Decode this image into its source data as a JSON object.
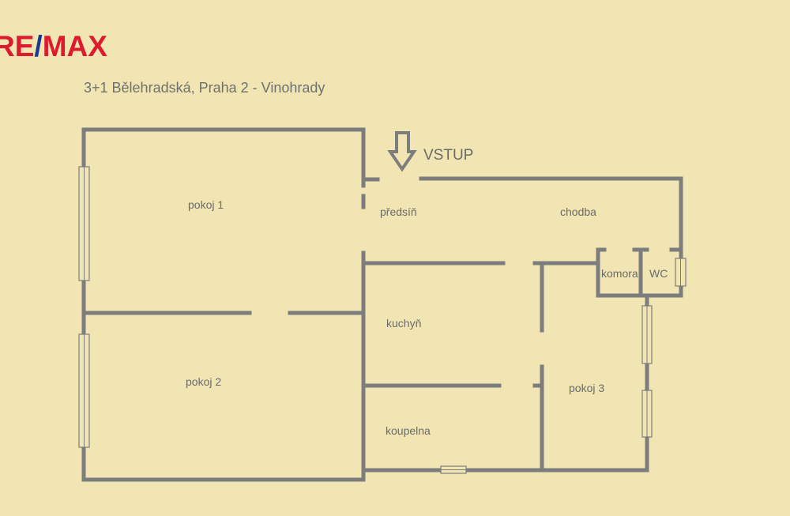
{
  "logo": {
    "part1": "RE",
    "slash": "/",
    "part2": "MAX"
  },
  "title": "3+1 Bělehradská, Praha 2 - Vinohrady",
  "entrance": {
    "label": "VSTUP"
  },
  "rooms": [
    {
      "id": "pokoj-1",
      "label": "pokoj 1"
    },
    {
      "id": "pokoj-2",
      "label": "pokoj 2"
    },
    {
      "id": "predsin",
      "label": "předsíň"
    },
    {
      "id": "chodba",
      "label": "chodba"
    },
    {
      "id": "komora",
      "label": "komora"
    },
    {
      "id": "wc",
      "label": "WC"
    },
    {
      "id": "kuchyn",
      "label": "kuchyň"
    },
    {
      "id": "pokoj-3",
      "label": "pokoj 3"
    },
    {
      "id": "koupelna",
      "label": "koupelna"
    }
  ],
  "colors": {
    "background": "#f1e5b3",
    "wall": "#7d7d7d",
    "logo_red": "#dc1c2e",
    "logo_blue": "#1a3a8f",
    "text": "#6a6a6a"
  }
}
